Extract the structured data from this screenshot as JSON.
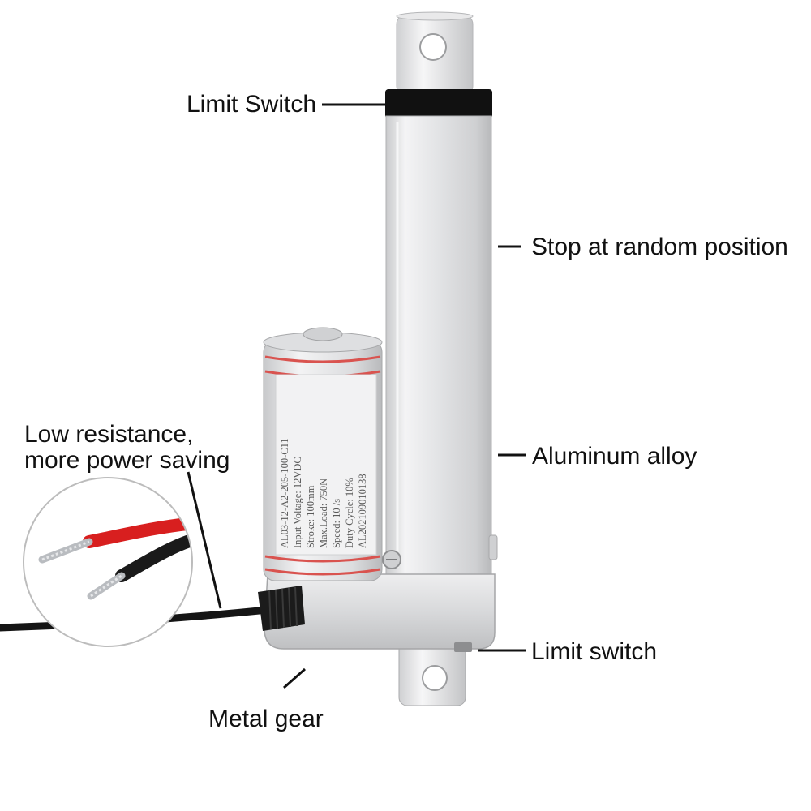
{
  "callouts": {
    "limit_switch_top": "Limit Switch",
    "stop_random": "Stop at random position",
    "aluminum": "Aluminum alloy",
    "low_resistance_line1": "Low resistance,",
    "low_resistance_line2": "more power saving",
    "limit_switch_bottom": "Limit switch",
    "metal_gear": "Metal gear"
  },
  "motor_label": [
    "AL03-12-A2-205-100-C11",
    "Input  Voltage:        12VDC",
    "Stroke:                    100mm",
    "Max.Load:                 750N",
    "Speed:                        10 /s",
    "Duty Cycle:  10%",
    "AL202109010138"
  ],
  "colors": {
    "red_wire": "#d81f1f",
    "black_wire": "#1a1a1a",
    "red_ring": "#d9534f",
    "aluminum": "#e6e7e9",
    "band": "#111111"
  }
}
